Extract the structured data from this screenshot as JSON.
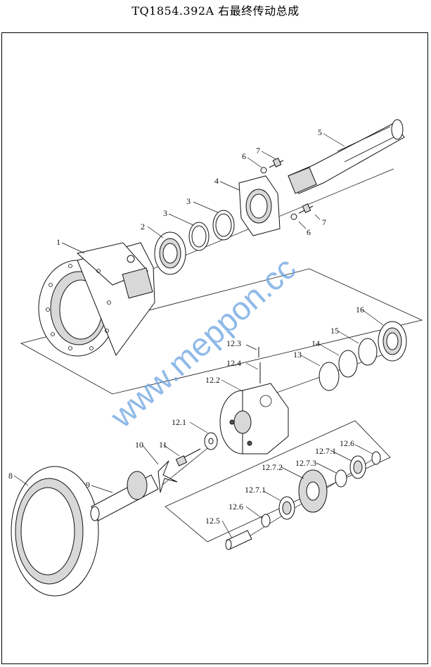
{
  "title": "TQ1854.392A  右最终传动总成",
  "watermark": "www.meppon.cc",
  "watermark_color": "#6aa3e0",
  "labels": {
    "l1": "1",
    "l2": "2",
    "l3a": "3",
    "l3b": "3",
    "l4": "4",
    "l5": "5",
    "l6a": "6",
    "l6b": "6",
    "l7a": "7",
    "l7b": "7",
    "l8": "8",
    "l9": "9",
    "l10": "10",
    "l11": "11",
    "l12_1": "12.1",
    "l12_2": "12.2",
    "l12_3": "12.3",
    "l12_4": "12.4",
    "l12_5": "12.5",
    "l12_6a": "12.6",
    "l12_6b": "12.6",
    "l12_7_1a": "12.7.1",
    "l12_7_1b": "12.7.1",
    "l12_7_2": "12.7.2",
    "l12_7_3": "12.7.3",
    "l13": "13",
    "l14": "14",
    "l15": "15",
    "l16": "16"
  }
}
